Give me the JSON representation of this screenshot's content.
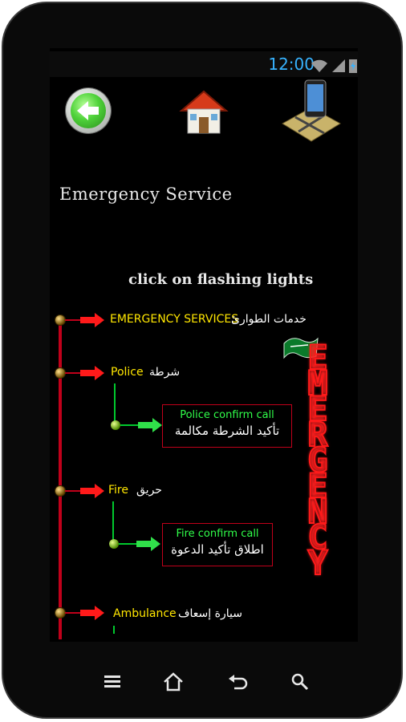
{
  "status": {
    "time": "12:00"
  },
  "icons": {
    "back": "back-arrow-icon",
    "home": "home-icon",
    "phone": "phone-map-icon",
    "menu": "menu-icon",
    "home_nav": "home-nav-icon",
    "back_nav": "back-nav-icon",
    "search": "search-icon"
  },
  "page": {
    "title": "Emergency Service",
    "hint": "click on flashing lights",
    "vertical_text": [
      "E",
      "M",
      "E",
      "R",
      "G",
      "E",
      "N",
      "C",
      "Y"
    ]
  },
  "items": [
    {
      "en": "EMERGENCY SERVICES",
      "ar": "خدمات الطوارئ"
    },
    {
      "en": "Police",
      "ar": "شرطة",
      "confirm_en": "Police confirm call",
      "confirm_ar": "تأكيد الشرطة مكالمة"
    },
    {
      "en": "Fire",
      "ar": "حريق",
      "confirm_en": "Fire confirm call",
      "confirm_ar": "اطلاق تأكيد الدعوة"
    },
    {
      "en": "Ambulance",
      "ar": "سيارة إسعاف"
    }
  ],
  "colors": {
    "time": "#37b3ff",
    "accent_red": "#c0001a",
    "label_yellow": "#ffe600",
    "confirm_green": "#30ff4a"
  }
}
